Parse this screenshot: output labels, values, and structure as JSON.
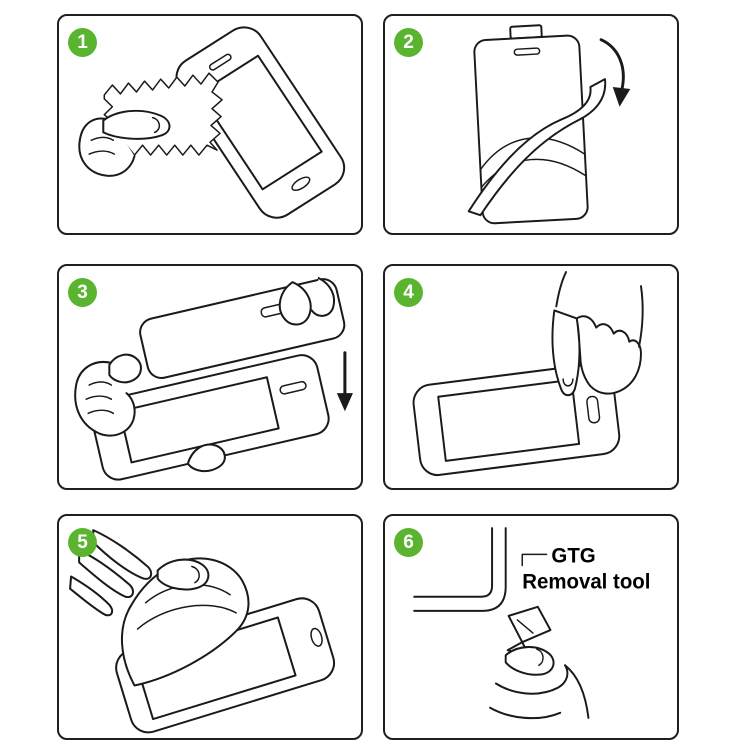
{
  "colors": {
    "step_badge": "#5bb42f",
    "badge_text": "#ffffff",
    "line": "#1a1a1a"
  },
  "steps": [
    {
      "number": "1",
      "name": "clean-screen-with-cloth"
    },
    {
      "number": "2",
      "name": "peel-protective-film"
    },
    {
      "number": "3",
      "name": "align-glass-over-screen"
    },
    {
      "number": "4",
      "name": "press-screen-to-adhere"
    },
    {
      "number": "5",
      "name": "smooth-film-remove-bubbles"
    },
    {
      "number": "6",
      "name": "use-removal-tool",
      "label": {
        "line1": "GTG",
        "line2": "Removal tool"
      }
    }
  ]
}
